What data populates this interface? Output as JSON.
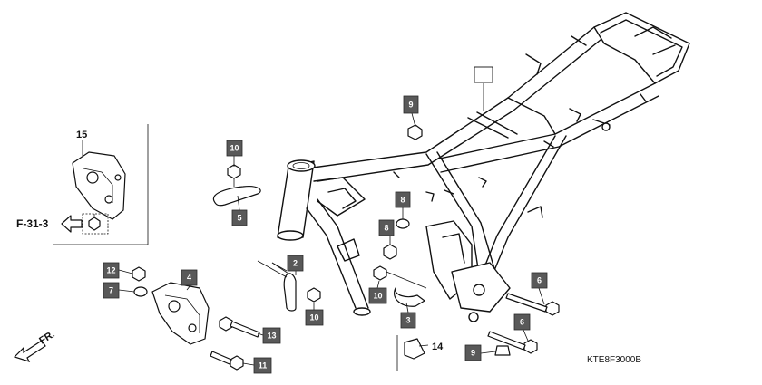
{
  "diagram": {
    "code": "KTE8F3000B",
    "reference": "F-31-3",
    "front_label": "FR.",
    "inset_part": "15",
    "callouts": {
      "c9_top": "9",
      "c10_top": "10",
      "c5": "5",
      "c8_a": "8",
      "c8_b": "8",
      "c2": "2",
      "c10_mid": "10",
      "c10_right": "10",
      "c3": "3",
      "c12": "12",
      "c4": "4",
      "c7": "7",
      "c13": "13",
      "c11": "11",
      "c6_top": "6",
      "c6_bottom": "6",
      "c9_bottom": "9"
    },
    "label_14": "14",
    "blank_box": ""
  }
}
